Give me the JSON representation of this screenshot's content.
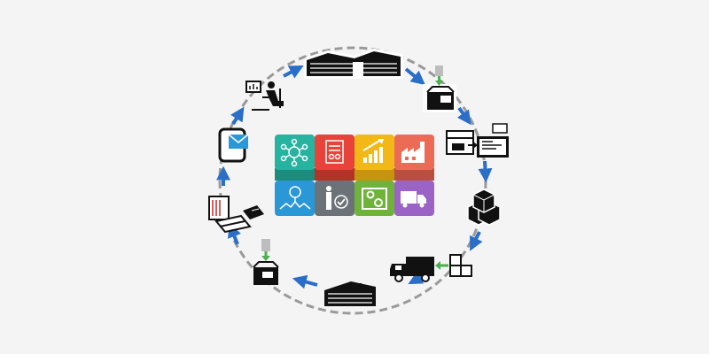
{
  "diagram": {
    "center_grid": {
      "tiles": [
        {
          "name": "network-icon",
          "color": "#26b3a0"
        },
        {
          "name": "chart-report-icon",
          "color": "#e8433b"
        },
        {
          "name": "growth-chart-icon",
          "color": "#f2b817"
        },
        {
          "name": "factory-icon",
          "color": "#ec6b56"
        },
        {
          "name": "search-analytics-icon",
          "color": "#2a98d6"
        },
        {
          "name": "inspector-check-icon",
          "color": "#6b7378"
        },
        {
          "name": "gears-icon",
          "color": "#6fb33a"
        },
        {
          "name": "delivery-truck-icon",
          "color": "#9c63c6"
        }
      ],
      "bands": [
        {
          "name": "teal-band",
          "color": "#1d8c7d"
        },
        {
          "name": "red-band",
          "color": "#b43328"
        },
        {
          "name": "yellow-band",
          "color": "#c89410"
        },
        {
          "name": "salmon-band",
          "color": "#b9503f"
        }
      ]
    },
    "ring_color": "#9a9a9a",
    "arrow_color": "#2a6ec7",
    "cycle_nodes": [
      {
        "name": "factory-warehouse-icon"
      },
      {
        "name": "packing-box-icon"
      },
      {
        "name": "label-scanning-icon"
      },
      {
        "name": "stacked-boxes-icon"
      },
      {
        "name": "truck-loading-icon"
      },
      {
        "name": "distribution-warehouse-icon"
      },
      {
        "name": "receiving-box-icon"
      },
      {
        "name": "rfid-scanner-icon"
      },
      {
        "name": "mobile-message-icon"
      },
      {
        "name": "computer-operator-icon"
      }
    ]
  }
}
